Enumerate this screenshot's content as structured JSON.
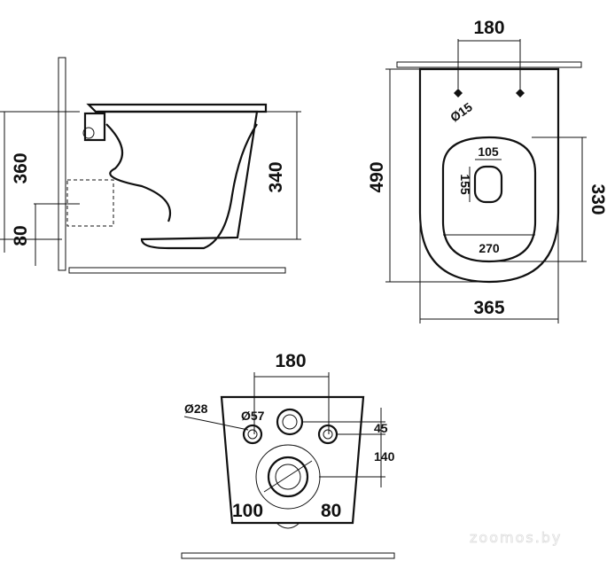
{
  "side_view": {
    "height_total": "360",
    "height_bowl": "340",
    "height_outlet": "80"
  },
  "top_view": {
    "fixing_distance": "180",
    "fixing_hole": "Ø15",
    "opening_width": "105",
    "opening_depth": "155",
    "length": "490",
    "inner_length": "330",
    "inner_width": "270",
    "width": "365"
  },
  "rear_view": {
    "fixing_distance": "180",
    "hole_small": "Ø28",
    "hole_inlet": "Ø57",
    "offset_top": "45",
    "offset_outlet": "140",
    "outlet_left": "100",
    "outlet_right": "80"
  },
  "watermark": "zoomos.by"
}
